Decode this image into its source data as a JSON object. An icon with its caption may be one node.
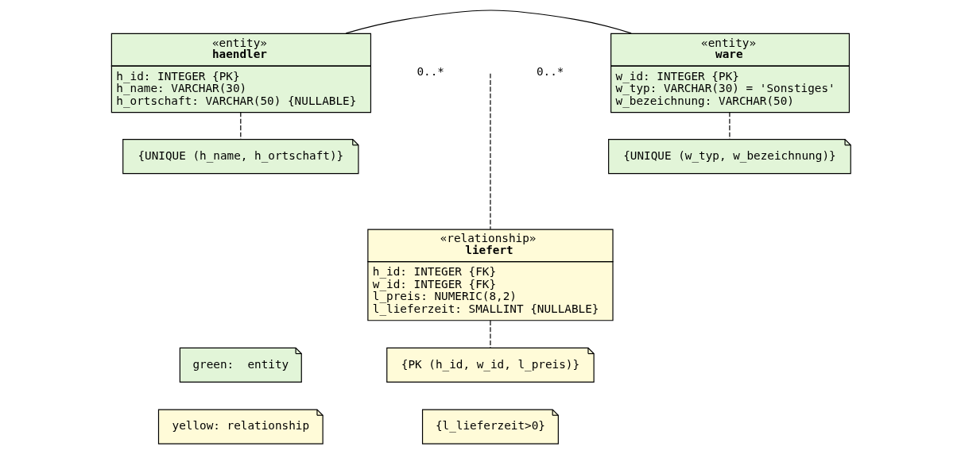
{
  "diagram": {
    "nodes": [
      {
        "text": [
          "«entity»",
          "haendler",
          "h_id: INTEGER {PK}",
          "h_name: VARCHAR(30)",
          "h_ortschaft: VARCHAR(50) {NULLABLE}"
        ]
      },
      {
        "text": [
          "«entity»",
          "ware",
          "w_id: INTEGER {PK}",
          "w_typ: VARCHAR(30) = 'Sonstiges'",
          "w_bezeichnung: VARCHAR(50)"
        ]
      },
      {
        "text": [
          "{UNIQUE (h_name, h_ortschaft)}"
        ]
      },
      {
        "text": [
          "{UNIQUE (w_typ, w_bezeichnung)}"
        ]
      },
      {
        "text": [
          "«relationship»",
          "liefert",
          "h_id: INTEGER {FK}",
          "w_id: INTEGER {FK}",
          "l_preis: NUMERIC(8,2)",
          "l_lieferzeit: SMALLINT {NULLABLE}"
        ]
      },
      {
        "text": [
          "{PK (h_id, w_id, l_preis)}"
        ]
      },
      {
        "text": [
          "{l_lieferzeit>0}"
        ]
      },
      {
        "text": [
          "green:  entity"
        ]
      },
      {
        "text": [
          "yellow: relationship"
        ]
      }
    ],
    "edges": [
      {
        "from": 0,
        "to": 1,
        "arrow": "none"
      },
      {
        "from": 0,
        "to": 2,
        "arrow": "none",
        "style": "dashed"
      },
      {
        "from": 1,
        "to": 3,
        "arrow": "none",
        "style": "dashed"
      },
      {
        "from": null,
        "to": 4,
        "arrow": "none",
        "style": "dashed"
      },
      {
        "from": 4,
        "to": 5,
        "arrow": "none",
        "style": "dashed"
      }
    ],
    "labels": [
      "0..*",
      "0..*"
    ]
  }
}
